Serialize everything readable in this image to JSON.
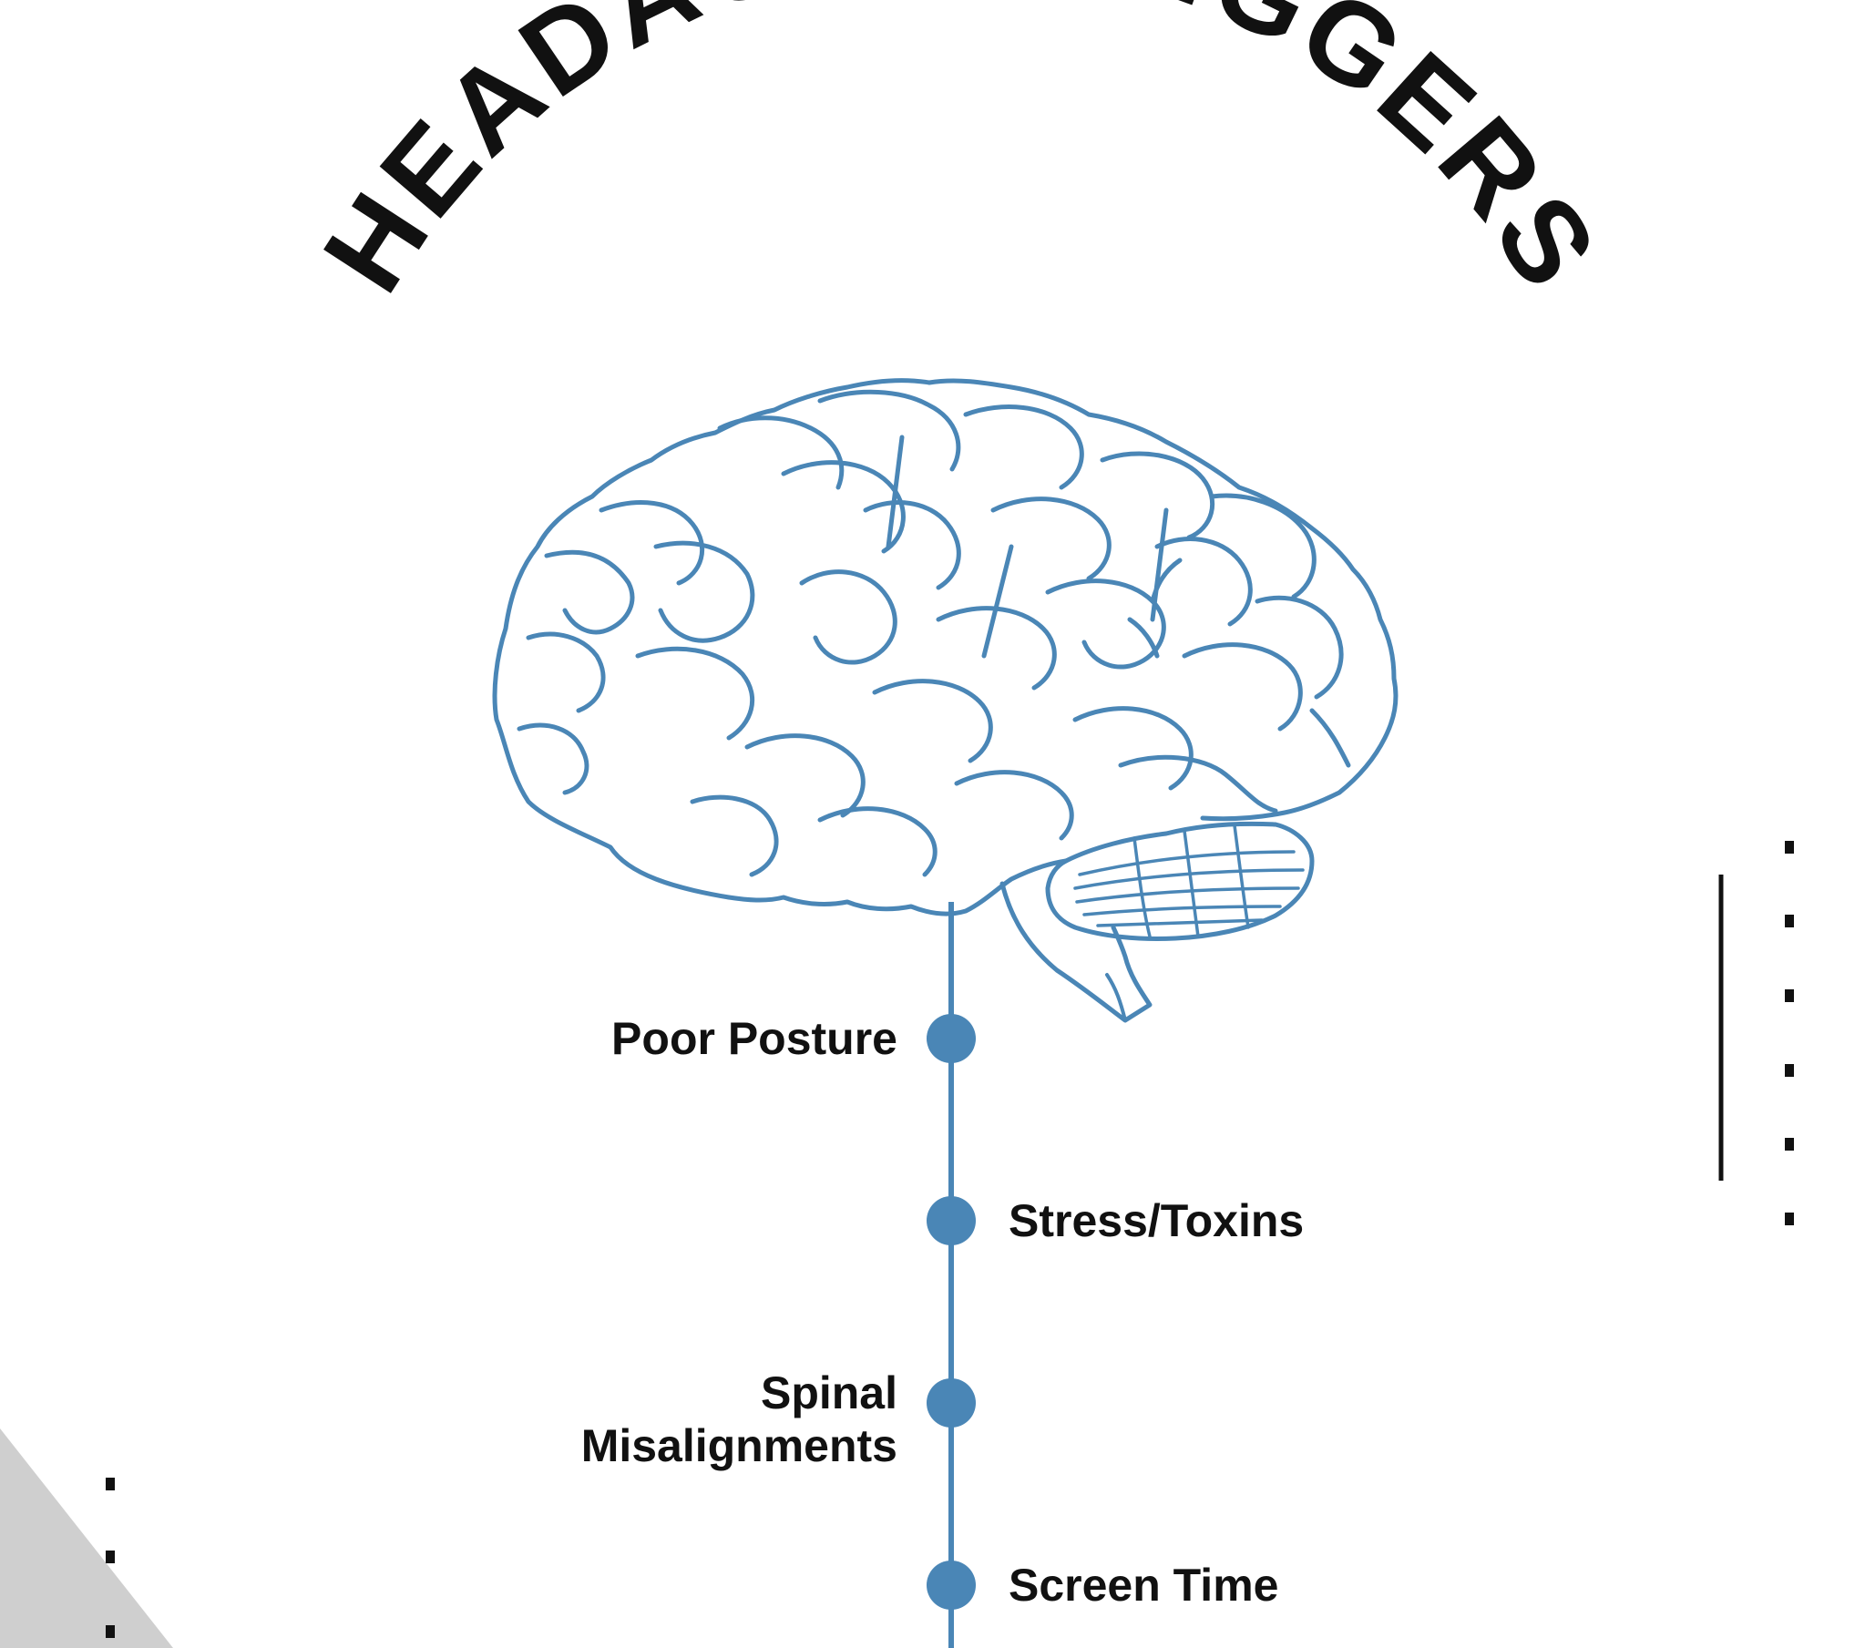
{
  "title": "HEADACHE TRIGGERS",
  "colors": {
    "accent": "#4a86b6",
    "text": "#111111",
    "corner": "#cfcfcf",
    "background": "#ffffff"
  },
  "icon": "brain-icon",
  "triggers": [
    {
      "lines": [
        "Poor Posture"
      ],
      "side": "left"
    },
    {
      "lines": [
        "Stress/Toxins"
      ],
      "side": "right"
    },
    {
      "lines": [
        "Spinal",
        "Misalignments"
      ],
      "side": "left"
    },
    {
      "lines": [
        "Screen Time"
      ],
      "side": "right"
    }
  ]
}
